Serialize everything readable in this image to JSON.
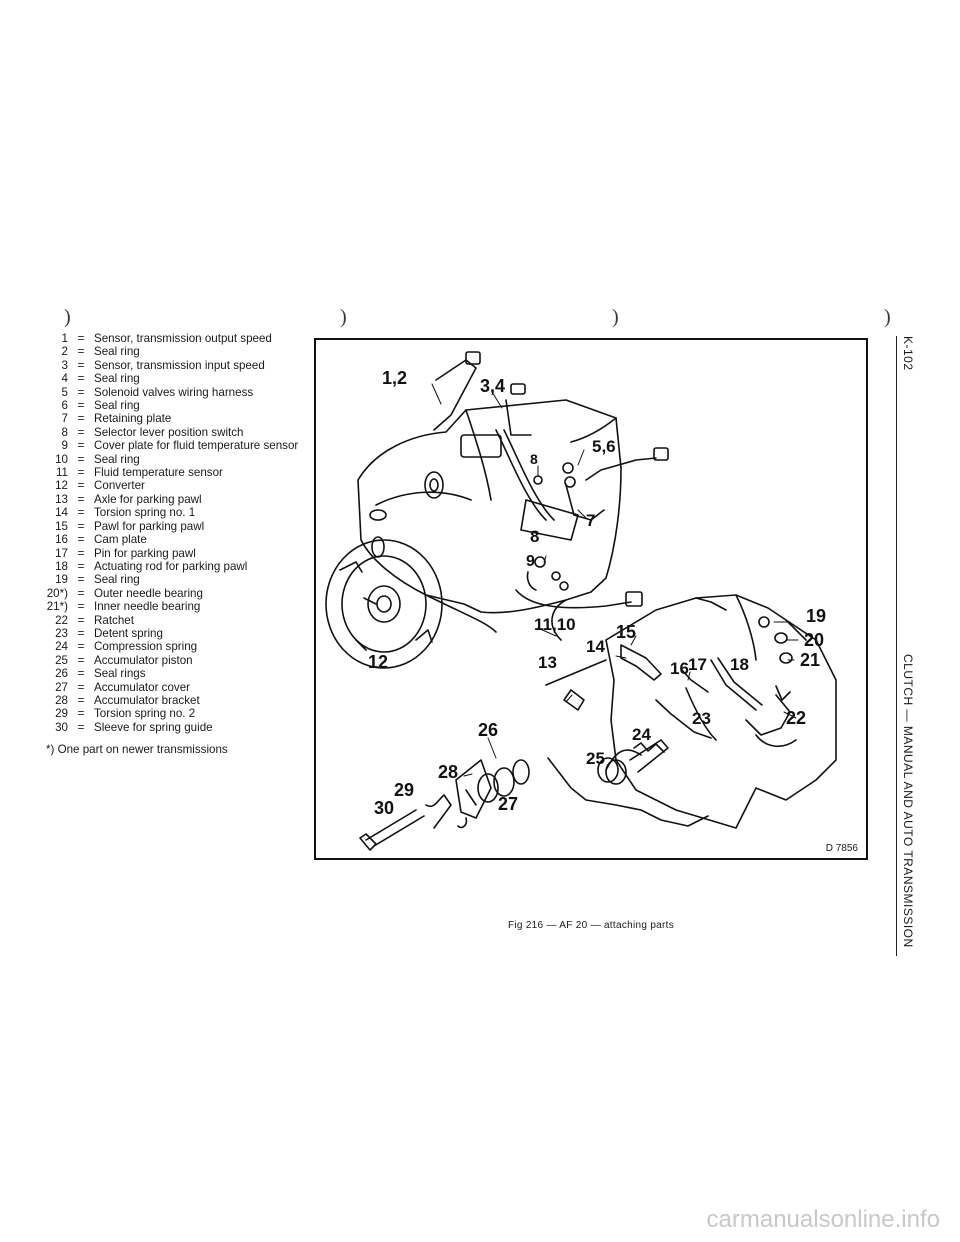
{
  "legend": {
    "items": [
      {
        "num": "1",
        "text": "Sensor, transmission output speed"
      },
      {
        "num": "2",
        "text": "Seal ring"
      },
      {
        "num": "3",
        "text": "Sensor, transmission input speed"
      },
      {
        "num": "4",
        "text": "Seal ring"
      },
      {
        "num": "5",
        "text": "Solenoid valves wiring harness"
      },
      {
        "num": "6",
        "text": "Seal ring"
      },
      {
        "num": "7",
        "text": "Retaining plate"
      },
      {
        "num": "8",
        "text": "Selector lever position switch"
      },
      {
        "num": "9",
        "text": "Cover plate for fluid temperature sensor"
      },
      {
        "num": "10",
        "text": "Seal ring"
      },
      {
        "num": "11",
        "text": "Fluid temperature sensor"
      },
      {
        "num": "12",
        "text": "Converter"
      },
      {
        "num": "13",
        "text": "Axle for parking pawl"
      },
      {
        "num": "14",
        "text": "Torsion spring no. 1"
      },
      {
        "num": "15",
        "text": "Pawl for parking pawl"
      },
      {
        "num": "16",
        "text": "Cam plate"
      },
      {
        "num": "17",
        "text": "Pin for parking pawl"
      },
      {
        "num": "18",
        "text": "Actuating rod for parking pawl"
      },
      {
        "num": "19",
        "text": "Seal ring"
      },
      {
        "num": "20*)",
        "text": "Outer needle bearing"
      },
      {
        "num": "21*)",
        "text": "Inner needle bearing"
      },
      {
        "num": "22",
        "text": "Ratchet"
      },
      {
        "num": "23",
        "text": "Detent spring"
      },
      {
        "num": "24",
        "text": "Compression spring"
      },
      {
        "num": "25",
        "text": "Accumulator piston"
      },
      {
        "num": "26",
        "text": "Seal rings"
      },
      {
        "num": "27",
        "text": "Accumulator cover"
      },
      {
        "num": "28",
        "text": "Accumulator bracket"
      },
      {
        "num": "29",
        "text": "Torsion spring no. 2"
      },
      {
        "num": "30",
        "text": "Sleeve for spring guide"
      }
    ],
    "separator": "=",
    "footnote": "*) One part on newer transmissions"
  },
  "figure": {
    "code": "D 7856",
    "caption": "Fig 216 — AF 20 — attaching parts",
    "callouts": {
      "c12": "1,2",
      "c34": "3,4",
      "c56": "5,6",
      "c8a": "8",
      "c7": "7",
      "c8b": "8",
      "c9": "9",
      "c1110": "11,10",
      "c15": "15",
      "c12b": "12",
      "c14": "14",
      "c13": "13",
      "c16": "16",
      "c17": "17",
      "c18": "18",
      "c19": "19",
      "c20": "20",
      "c21": "21",
      "c22": "22",
      "c23": "23",
      "c24": "24",
      "c25": "25",
      "c26": "26",
      "c27": "27",
      "c28": "28",
      "c29": "29",
      "c30": "30"
    }
  },
  "sidebar": {
    "page_number": "K-102",
    "chapter_title": "CLUTCH — MANUAL AND AUTO TRANSMISSION"
  },
  "marks": {
    "paren": ")"
  },
  "watermark": "carmanualsonline.info"
}
